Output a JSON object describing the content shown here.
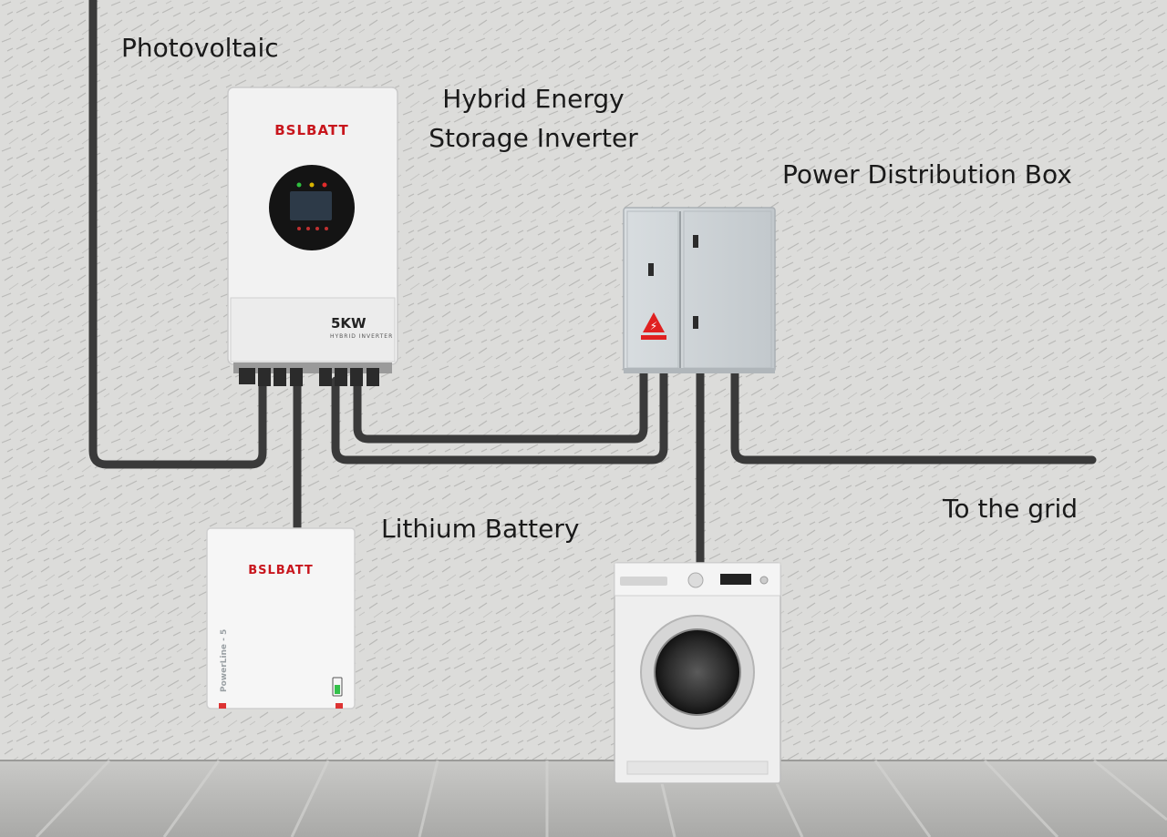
{
  "labels": {
    "photovoltaic": "Photovoltaic",
    "inverter_line1": "Hybrid Energy",
    "inverter_line2": "Storage Inverter",
    "distribution_box": "Power Distribution Box",
    "battery": "Lithium Battery",
    "grid": "To the grid"
  },
  "inverter": {
    "brand": "BSLBATT",
    "rating": "5KW",
    "subtitle": "HYBRID INVERTER"
  },
  "battery": {
    "brand": "BSLBATT",
    "model": "PowerLine - 5"
  },
  "colors": {
    "wall": "#d9d9d7",
    "floor": "#b5b5b3",
    "cable": "#3a3a3a",
    "brand_red": "#c8161d"
  }
}
